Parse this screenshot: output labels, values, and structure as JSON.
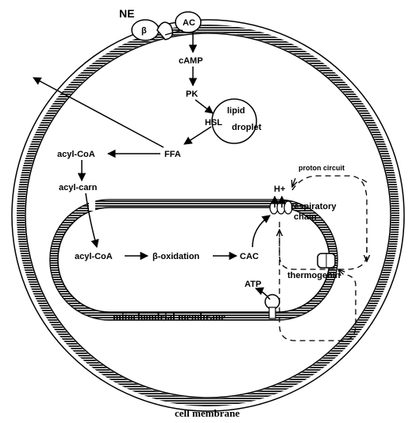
{
  "labels": {
    "ne": "NE",
    "beta_receptor": "β",
    "adenylyl_cyclase": "AC",
    "camp": "cAMP",
    "pk": "PK",
    "hsl": "HSL",
    "lipid": "lipid",
    "droplet": "droplet",
    "ffa": "FFA",
    "acyl_coa_cytosol": "acyl-CoA",
    "acyl_carn": "acyl-carn",
    "acyl_coa_matrix": "acyl-CoA",
    "beta_oxidation": "β-oxidation",
    "cac": "CAC",
    "h_plus": "H+",
    "proton_circuit": "proton circuit",
    "respiratory": "respiratory",
    "chain": "chain",
    "thermogenin": "thermogenin",
    "atp": "ATP",
    "mitochondrial_membrane": "mitochondrial membrane",
    "cell_membrane": "cell membrane"
  },
  "colors": {
    "membrane_fill": "#3a3a3a",
    "membrane_stripe": "#ffffff",
    "ink": "#000000",
    "background": "#ffffff"
  }
}
